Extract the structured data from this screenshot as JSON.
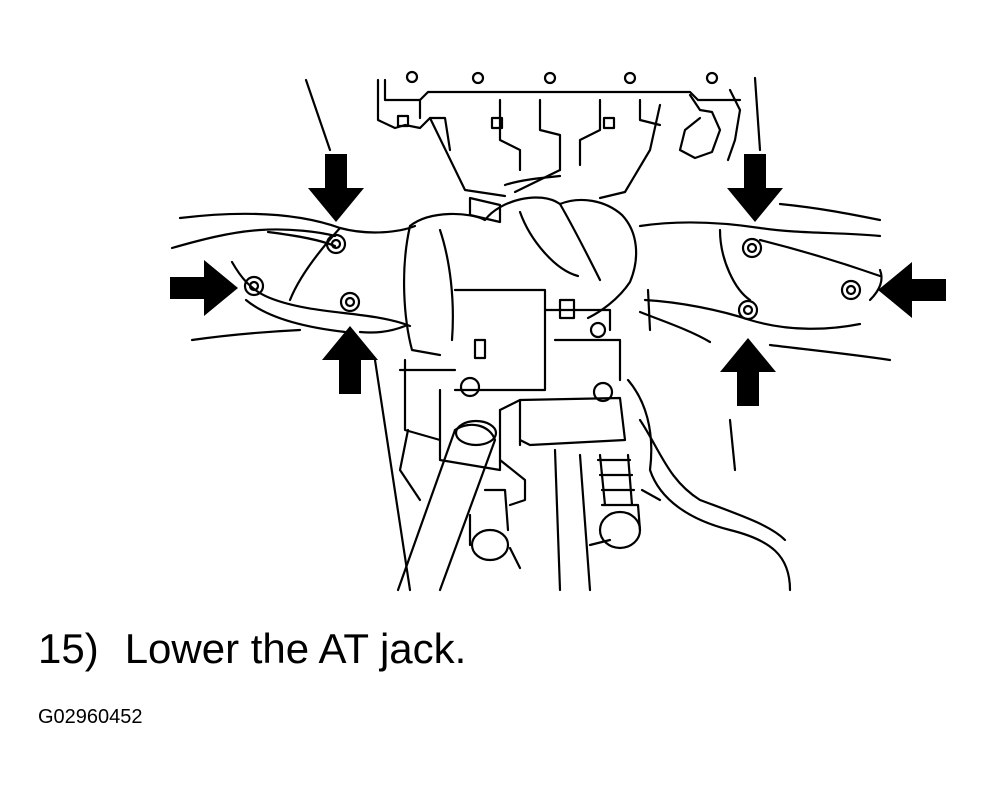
{
  "step": {
    "number": "15)",
    "instruction": "Lower the AT jack."
  },
  "figure": {
    "id": "G02960452"
  },
  "illustration": {
    "callout_icon": "arrow-icon",
    "callout_count": 6,
    "colors": {
      "ink": "#000000",
      "paper": "#ffffff"
    }
  }
}
